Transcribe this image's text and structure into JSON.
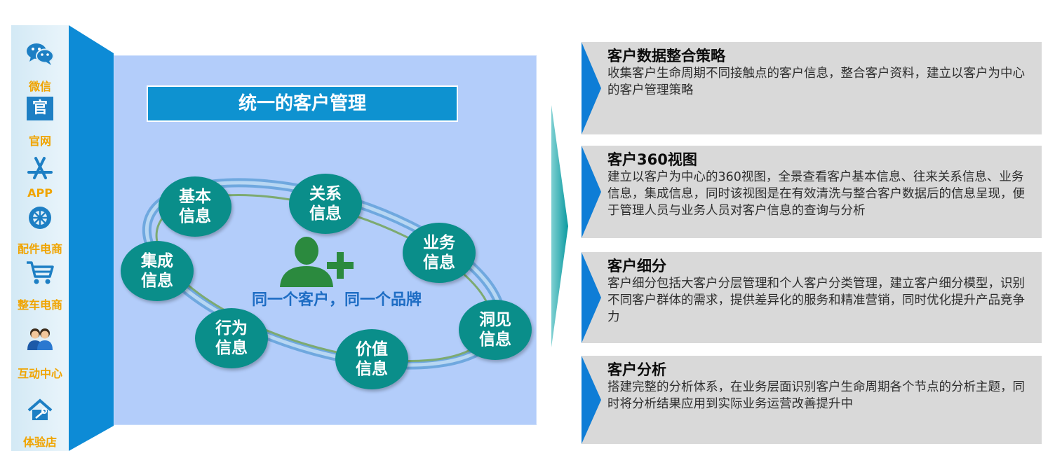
{
  "channels": [
    {
      "label": "微信",
      "icon": "wechat-icon"
    },
    {
      "label": "官网",
      "icon": "official-site-icon",
      "glyph": "官"
    },
    {
      "label": "APP",
      "icon": "app-store-icon"
    },
    {
      "label": "配件电商",
      "icon": "wheel-icon"
    },
    {
      "label": "整车电商",
      "icon": "shopping-cart-icon"
    },
    {
      "label": "互动中心",
      "icon": "people-icon"
    },
    {
      "label": "体验店",
      "icon": "tools-icon"
    }
  ],
  "center": {
    "title": "统一的客户管理",
    "caption": "同一个客户，同一个品牌",
    "bubbles": [
      {
        "label": "基本信息"
      },
      {
        "label": "关系信息"
      },
      {
        "label": "业务信息"
      },
      {
        "label": "洞见信息"
      },
      {
        "label": "价值信息"
      },
      {
        "label": "行为信息"
      },
      {
        "label": "集成信息"
      }
    ]
  },
  "cards": [
    {
      "title": "客户数据整合策略",
      "body": "收集客户生命周期不同接触点的客户信息，整合客户资料，建立以客户为中心的客户管理策略"
    },
    {
      "title": "客户360视图",
      "body": "建立以客户为中心的360视图，全景查看客户基本信息、往来关系信息、业务信息，集成信息，同时该视图是在有效清洗与整合客户数据后的信息呈现，便于管理人员与业务人员对客户信息的查询与分析"
    },
    {
      "title": "客户细分",
      "body": "客户细分包括大客户分层管理和个人客户分类管理，建立客户细分模型，识别不同客户群体的需求，提供差异化的服务和精准营销，同时优化提升产品竞争力"
    },
    {
      "title": "客户分析",
      "body": "搭建完整的分析体系，在业务层面识别客户生命周期各个节点的分析主题，同时将分析结果应用到实际业务运营改善提升中"
    }
  ],
  "colors": {
    "accent_blue": "#0e92d0",
    "bubble_teal": "#0a8e8a",
    "channel_label": "#f0a400",
    "panel_bg": "#b3cdfa",
    "card_bg": "#d9d9d9",
    "caption_blue": "#1e6dc4"
  }
}
